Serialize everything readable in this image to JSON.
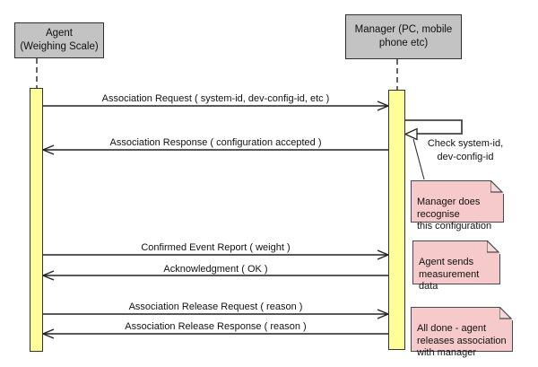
{
  "actors": {
    "agent": {
      "label": "Agent\n(Weighing Scale)"
    },
    "manager": {
      "label": "Manager (PC, mobile\nphone etc)"
    }
  },
  "messages": [
    {
      "label": "Association Request ( system-id, dev-config-id, etc )",
      "from": "Agent",
      "to": "Manager",
      "direction": "right"
    },
    {
      "label": "Association Response ( configuration accepted )",
      "from": "Manager",
      "to": "Agent",
      "direction": "left"
    },
    {
      "label": "Confirmed Event Report ( weight )",
      "from": "Agent",
      "to": "Manager",
      "direction": "right"
    },
    {
      "label": "Acknowledgment ( OK )",
      "from": "Manager",
      "to": "Agent",
      "direction": "left"
    },
    {
      "label": "Association Release Request ( reason )",
      "from": "Agent",
      "to": "Manager",
      "direction": "right"
    },
    {
      "label": "Association Release Response ( reason )",
      "from": "Manager",
      "to": "Agent",
      "direction": "left"
    }
  ],
  "self_message": {
    "label": "Check system-id,\ndev-config-id",
    "actor": "Manager"
  },
  "notes": [
    {
      "text": "Manager does\nrecognise\nthis configuration"
    },
    {
      "text": "Agent sends\nmeasurement\ndata"
    },
    {
      "text": "All done - agent\nreleases association\nwith manager"
    }
  ],
  "colors": {
    "background": "#ffffff",
    "actor_fill": "#c3c3c3",
    "activation_fill": "#ffff99",
    "note_fill": "#f6caca",
    "line": "#222222"
  }
}
